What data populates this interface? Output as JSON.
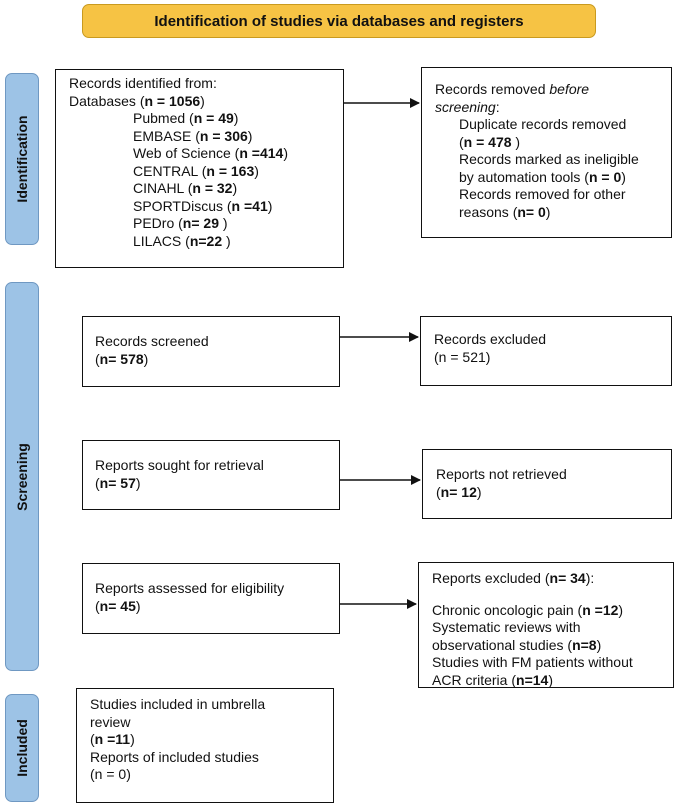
{
  "header": {
    "title": "Identification of studies via databases and registers"
  },
  "phases": {
    "identification": "Identification",
    "screening": "Screening",
    "included": "Included"
  },
  "identification_left": {
    "intro": "Records identified from:",
    "databases_label": "Databases (",
    "databases_n": "n = 1056",
    "sources": [
      {
        "name": "Pubmed (",
        "n": "n = 49",
        "close": ")"
      },
      {
        "name": "EMBASE (",
        "n": "n = 306",
        "close": ")"
      },
      {
        "name": "Web of Science (",
        "n": "n =414",
        "close": ")"
      },
      {
        "name": "CENTRAL (",
        "n": "n = 163",
        "close": ")"
      },
      {
        "name": "CINAHL (",
        "n": "n = 32",
        "close": ")"
      },
      {
        "name": "SPORTDiscus (",
        "n": "n =41",
        "close": ")"
      },
      {
        "name": "PEDro (",
        "n": "n= 29",
        "close": " )"
      },
      {
        "name": "LILACS (",
        "n": "n=22",
        "close": " )"
      }
    ]
  },
  "identification_right": {
    "title_a": "Records removed ",
    "title_em": "before",
    "title_b": "screening",
    "title_c": ":",
    "dup_label": "Duplicate records removed",
    "dup_n": "n = 478",
    "dup_close": " )",
    "auto_line1": "Records marked as ineligible",
    "auto_line2": "by automation tools (",
    "auto_n": "n = 0",
    "auto_close": ")",
    "other_line1": "Records removed for other",
    "other_line2": "reasons (",
    "other_n": "n= 0",
    "other_close": ")"
  },
  "screened": {
    "label": "Records screened",
    "n": "n= 578"
  },
  "excluded": {
    "label": "Records excluded",
    "value": "= 521)"
  },
  "sought": {
    "label": "Reports sought for retrieval",
    "n": "n= 57"
  },
  "not_retrieved": {
    "label": "Reports not retrieved",
    "n": "n= 12"
  },
  "assessed": {
    "label": "Reports assessed for eligibility",
    "n": "n= 45"
  },
  "reports_excluded": {
    "label": "Reports excluded (",
    "n": "n= 34",
    "close": "):",
    "r1_label": "Chronic oncologic pain (",
    "r1_n": "n =12",
    "r1_close": ")",
    "r2_line1": "Systematic reviews with",
    "r2_line2": "observational studies (",
    "r2_n": "n=8",
    "r2_close": ")",
    "r3_line1": "Studies with FM patients without",
    "r3_line2": "ACR criteria (",
    "r3_n": "n=14",
    "r3_close": ")"
  },
  "included": {
    "line1": "Studies included in umbrella",
    "line2": "review",
    "n": "n =11",
    "reports_label": "Reports of included studies",
    "reports_n": "(n = 0)"
  }
}
